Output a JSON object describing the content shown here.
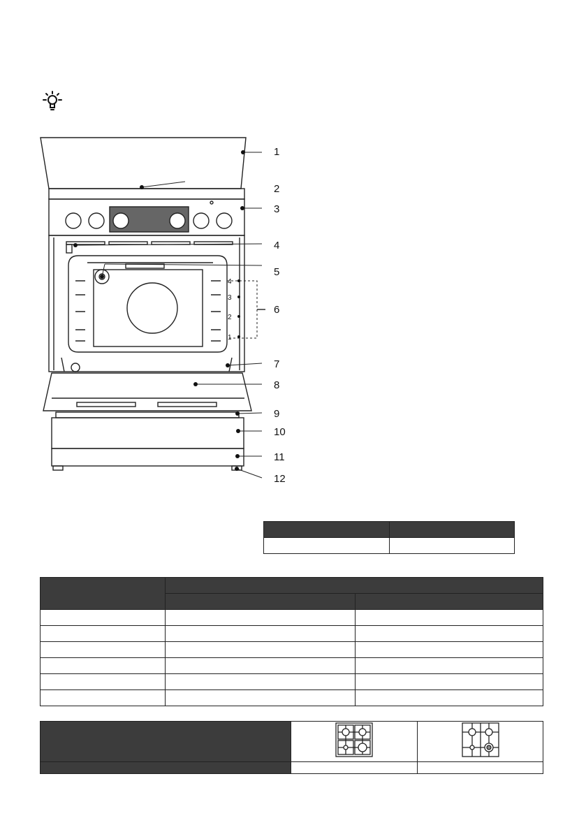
{
  "callouts": [
    "1",
    "2",
    "3",
    "4",
    "5",
    "6",
    "7",
    "8",
    "9",
    "10",
    "11",
    "12"
  ],
  "shelf_levels": [
    "4",
    "3",
    "2",
    "1"
  ],
  "small_table": {
    "header": [
      "",
      ""
    ],
    "rows": [
      [
        "",
        ""
      ]
    ]
  },
  "main_table": {
    "header_top": [
      "",
      ""
    ],
    "header_sub": [
      "",
      ""
    ],
    "rows": [
      [
        "",
        "",
        ""
      ],
      [
        "",
        "",
        ""
      ],
      [
        "",
        "",
        ""
      ],
      [
        "",
        "",
        ""
      ],
      [
        "",
        "",
        ""
      ],
      [
        "",
        "",
        ""
      ]
    ]
  },
  "burner_table": {
    "header_label": "",
    "footer": [
      "",
      "",
      ""
    ]
  },
  "colors": {
    "header_fill": "#3c3c3c",
    "line": "#222222"
  }
}
